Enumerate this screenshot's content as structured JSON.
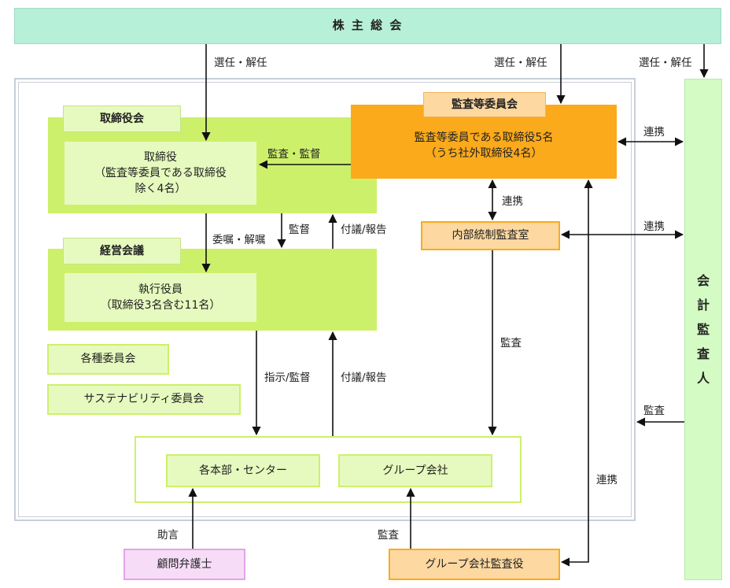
{
  "shareholders_meeting": "株 主 総 会",
  "board": {
    "tab": "取締役会",
    "directors": "取締役\n（監査等委員である取締役\n除く4名）"
  },
  "management": {
    "tab": "経営会議",
    "officers": "執行役員\n（取締役3名含む11名）"
  },
  "committees": {
    "various": "各種委員会",
    "sustainability": "サステナビリティ委員会"
  },
  "audit_committee": {
    "tab": "監査等委員会",
    "members": "監査等委員である取締役5名\n（うち社外取締役4名）"
  },
  "internal_audit": "内部統制監査室",
  "divisions": {
    "hq": "各本部・センター",
    "group": "グループ会社"
  },
  "external_auditor": "会\n計\n監\n査\n人",
  "legal_advisor": "顧問弁護士",
  "group_auditor": "グループ会社監査役",
  "labels": {
    "elect1": "選任・解任",
    "elect2": "選任・解任",
    "elect3": "選任・解任",
    "audit_supervise": "監査・監督",
    "appoint_dismiss": "委嘱・解嘱",
    "supervise": "監督",
    "report1": "付議/報告",
    "instruct": "指示/監督",
    "report2": "付議/報告",
    "coop1": "連携",
    "coop2": "連携",
    "coop3": "連携",
    "coop4": "連携",
    "audit1": "監査",
    "audit2": "監査",
    "audit3": "監査",
    "advice": "助言"
  },
  "colors": {
    "shareholders": "#b7f0d9",
    "green": "#cdf06b",
    "green_light": "#e6fabf",
    "orange": "#fbaa1c",
    "orange_light": "#fdd8a0",
    "pink_light": "#f7dcf8",
    "pink_border": "#e2a4ea",
    "auditor_green": "#d3fbc3"
  }
}
